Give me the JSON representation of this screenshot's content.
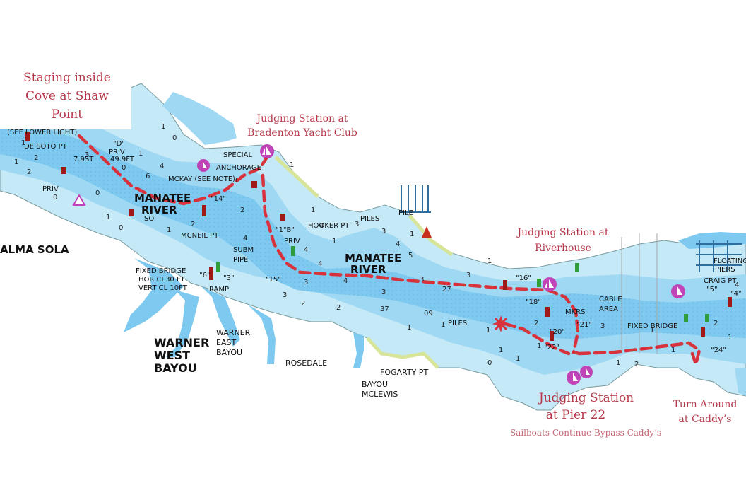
{
  "callouts": {
    "staging_line1": "Staging inside",
    "staging_line2": "Cove at Shaw",
    "staging_line3": "Point",
    "yacht_club_line1": "Judging Station at",
    "yacht_club_line2": "Bradenton Yacht Club",
    "riverhouse_line1": "Judging Station at",
    "riverhouse_line2": "Riverhouse",
    "pier22_line1": "Judging Station",
    "pier22_line2": "at Pier 22",
    "caddys_line1": "Turn Around",
    "caddys_line2": "at Caddy’s",
    "sailboats_note": "Sailboats Continue Bypass Caddy’s"
  },
  "places": {
    "manatee_river_west_1": "MANATEE",
    "manatee_river_west_2": "RIVER",
    "manatee_river_east_1": "MANATEE",
    "manatee_river_east_2": "RIVER",
    "palma_sola": "ALMA SOLA",
    "warner_west_1": "WARNER",
    "warner_west_2": "WEST",
    "warner_west_3": "BAYOU",
    "warner_east_1": "WARNER",
    "warner_east_2": "EAST",
    "warner_east_3": "BAYOU",
    "rosedale": "ROSEDALE",
    "fogarty_pt": "FOGARTY PT",
    "bayou_mclewis_1": "BAYOU",
    "bayou_mclewis_2": "MCLEWIS"
  },
  "chart_labels": {
    "de_soto_pt": "DE SOTO PT",
    "lower_light": "(SEE LOWER LIGHT)",
    "special_anchorage_1": "SPECIAL",
    "special_anchorage_2": "ANCHORAGE",
    "mckay_note": "MCKAY (SEE NOTE)",
    "hooker_pt": "HOOKER PT",
    "piles_1": "PILES",
    "piles_2": "PILES",
    "piles_3": "PILE",
    "mcneil_pt": "MCNEIL PT",
    "subm_pipe_1": "SUBM",
    "subm_pipe_2": "PIPE",
    "fixed_bridge_1": "FIXED BRIDGE",
    "fixed_bridge_2": "HOR CL30 FT",
    "fixed_bridge_3": "VERT CL 10FT",
    "ramp": "RAMP",
    "cable_area_1": "CABLE",
    "cable_area_2": "AREA",
    "fixed_bridge_east": "FIXED BRIDGE",
    "floating_piers_1": "FLOATING",
    "floating_piers_2": "PIERS",
    "mkrs": "MKRS",
    "craig_pt": "CRAIG PT",
    "priv_1": "PRIV",
    "priv_2": "PRIV",
    "priv_3": "PRIV",
    "so": "SO",
    "d_marker": "\"D\"",
    "b_marker": "\"1\"B\"",
    "m14": "\"14\"",
    "m15": "\"15\"",
    "m16": "\"16\"",
    "m18": "\"18\"",
    "m20": "\"20\"",
    "m21": "\"21\"",
    "m22": "\"22\"",
    "m24": "\"24\"",
    "m3": "\"3\"",
    "m5": "\"5\"",
    "m6": "\"6\"",
    "m4": "\"4\"",
    "m9": "\"5\"",
    "bridge_clearance": "7.9ST",
    "bridge_clearance_2": "49.9FT"
  },
  "colors": {
    "water_deep": "#6cc4ee",
    "water_mid": "#9fd8f3",
    "water_shallow": "#c6e9f8",
    "land": "#ffffff",
    "shore": "#d6e59a",
    "route": "#d8323d",
    "callout_text": "#b5384a",
    "marker_red": "#a01818",
    "marker_green": "#2f9d3a",
    "marina_magenta": "#c044b8"
  },
  "icons": {
    "route": "dashed-route-line",
    "red_marker": "red-channel-marker-icon",
    "green_marker": "green-channel-marker-icon",
    "marina": "marina-sailboat-icon",
    "star": "start-star-icon"
  }
}
